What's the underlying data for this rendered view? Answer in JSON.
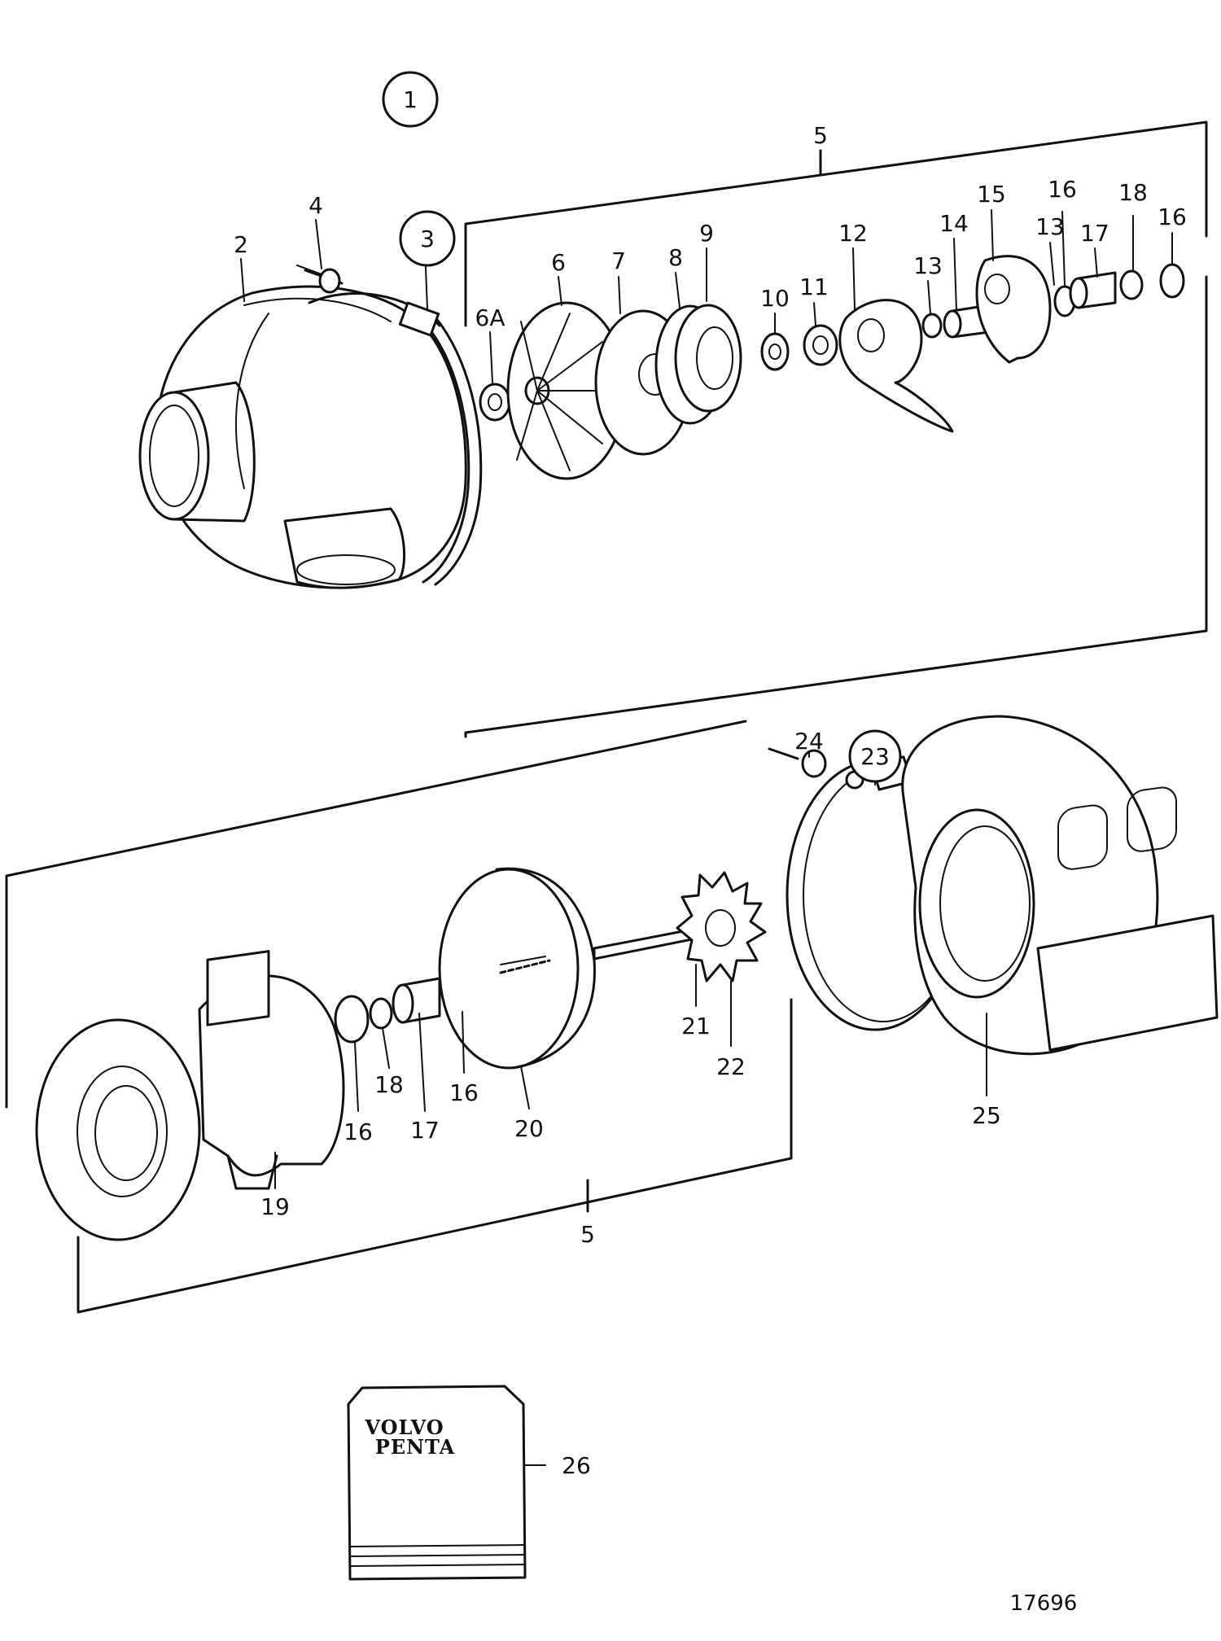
{
  "diagram": {
    "group_label": "1",
    "figure_number": "17696",
    "brand": {
      "line1": "VOLVO",
      "line2": "PENTA"
    },
    "parts_top": {
      "p2": "2",
      "p3": "3",
      "p4": "4",
      "p5": "5",
      "p6": "6",
      "p6a": "6A",
      "p7": "7",
      "p8": "8",
      "p9": "9",
      "p10": "10",
      "p11": "11",
      "p12": "12",
      "p13a": "13",
      "p13b": "13",
      "p14": "14",
      "p15": "15",
      "p16a": "16",
      "p16b": "16",
      "p17": "17",
      "p18": "18"
    },
    "parts_bottom": {
      "p5": "5",
      "p16a": "16",
      "p16b": "16",
      "p17": "17",
      "p18": "18",
      "p19": "19",
      "p20": "20",
      "p21": "21",
      "p22": "22",
      "p23": "23",
      "p24": "24",
      "p25": "25",
      "p26": "26"
    }
  }
}
